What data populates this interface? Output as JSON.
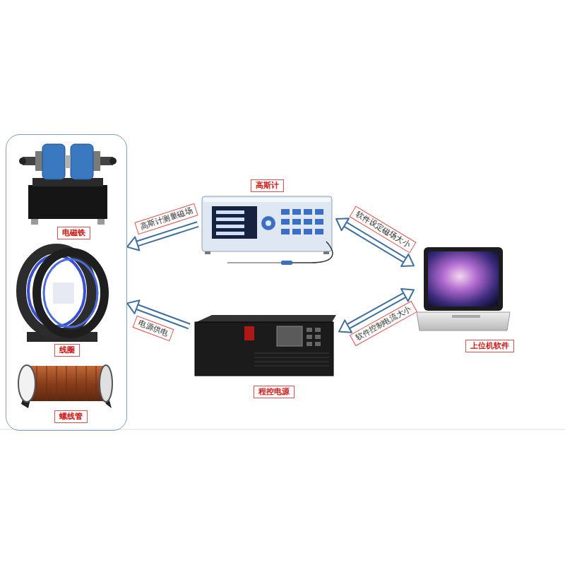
{
  "diagram": {
    "nodes": [
      {
        "text": []
      },
      {
        "text": [
          "电磁铁"
        ],
        "in": 0
      },
      {
        "text": [
          "线圈"
        ],
        "in": 0
      },
      {
        "text": [
          "螺线管"
        ],
        "in": 0
      },
      {
        "text": [
          "高斯计"
        ]
      },
      {
        "text": [
          "程控电源"
        ]
      },
      {
        "text": [
          "上位机软件"
        ]
      }
    ],
    "edges": [
      {
        "from": 4,
        "to": 0,
        "arrow": "to",
        "label": "高斯计测量磁场"
      },
      {
        "from": 5,
        "to": 0,
        "arrow": "to",
        "label": "电源供电"
      },
      {
        "from": 4,
        "to": 6,
        "arrow": "both",
        "label": "软件设定磁场大小"
      },
      {
        "from": 6,
        "to": 5,
        "arrow": "both",
        "label": "软件控制电流大小"
      }
    ]
  }
}
